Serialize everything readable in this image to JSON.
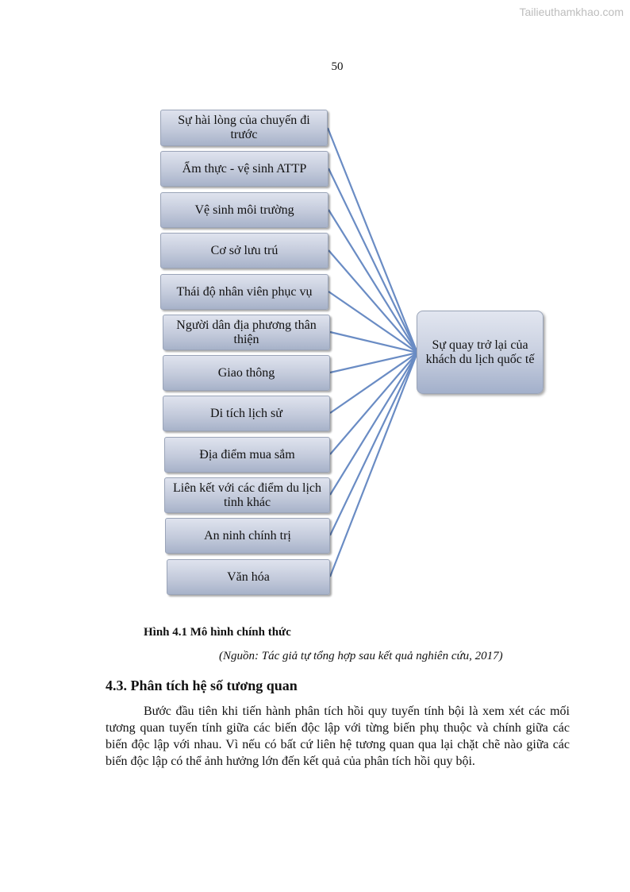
{
  "watermark": "Tailieuthamkhao.com",
  "page_number": "50",
  "diagram": {
    "factors": [
      "Sự hài lòng của chuyến đi trước",
      "Ẩm thực - vệ sinh ATTP",
      "Vệ sinh môi trường",
      "Cơ sở lưu trú",
      "Thái độ nhân viên phục vụ",
      "Người dân địa phương thân thiện",
      "Giao thông",
      "Di tích lịch sử",
      "Địa điểm mua sắm",
      "Liên kết với các điểm du lịch tỉnh khác",
      "An ninh chính trị",
      "Văn hóa"
    ],
    "outcome": "Sự quay trở lại của khách du lịch quốc tế",
    "line_color": "#6a8cc4"
  },
  "figure": {
    "caption": "Hình 4.1 Mô hình chính thức",
    "source": "(Nguồn: Tác giả tự tổng hợp sau kết quả nghiên cứu, 2017)"
  },
  "section": {
    "heading": "4.3. Phân tích hệ số tương quan",
    "paragraph": "Bước đầu tiên khi tiến hành phân tích hồi quy tuyến tính bội là xem xét các mối tương quan tuyến tính giữa các biến độc lập với từng biến phụ thuộc và chính giữa các biến độc lập với nhau. Vì nếu có bất cứ liên hệ tương quan qua lại chặt chẽ nào giữa các biến độc lập có thể ảnh hưởng lớn đến kết quả của phân tích hồi quy bội."
  }
}
